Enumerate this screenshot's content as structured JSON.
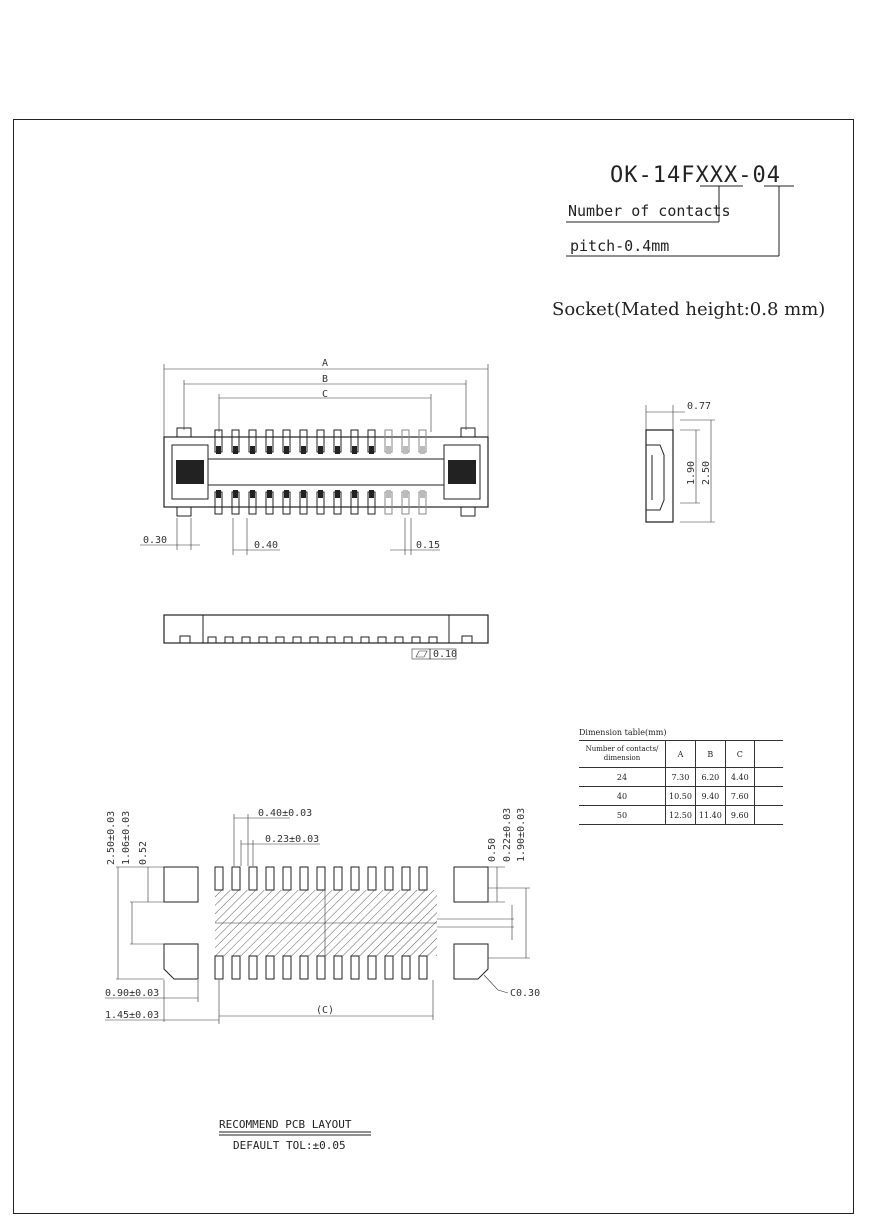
{
  "part_number": {
    "code": "OK-14FXXX-04",
    "contacts_label": "Number of contacts",
    "pitch_label": "pitch-0.4mm"
  },
  "title": "Socket(Mated height:0.8 mm)",
  "top_view": {
    "dim_a": "A",
    "dim_b": "B",
    "dim_c": "C",
    "dim_030": "0.30",
    "dim_040": "0.40",
    "dim_015": "0.15"
  },
  "side_view": {
    "dim_077": "0.77",
    "dim_190": "1.90",
    "dim_250": "2.50"
  },
  "front_view": {
    "flatness": "0.10"
  },
  "dimension_table": {
    "caption": "Dimension table(mm)",
    "header": [
      "Number of contacts/ dimension",
      "A",
      "B",
      "C",
      ""
    ],
    "rows": [
      [
        "24",
        "7.30",
        "6.20",
        "4.40",
        ""
      ],
      [
        "40",
        "10.50",
        "9.40",
        "7.60",
        ""
      ],
      [
        "50",
        "12.50",
        "11.40",
        "9.60",
        ""
      ]
    ]
  },
  "pcb_layout": {
    "dim_pitch": "0.40±0.03",
    "dim_pad_w": "0.23±0.03",
    "dim_left_1": "2.50±0.03",
    "dim_left_2": "1.06±0.03",
    "dim_left_3": "0.52",
    "dim_right_1": "0.50",
    "dim_right_2": "0.22±0.03",
    "dim_right_3": "1.90±0.03",
    "dim_090": "0.90±0.03",
    "dim_145": "1.45±0.03",
    "dim_c": "(C)",
    "chamfer": "C0.30",
    "caption": "RECOMMEND PCB LAYOUT",
    "tolerance": "DEFAULT TOL:±0.05"
  }
}
